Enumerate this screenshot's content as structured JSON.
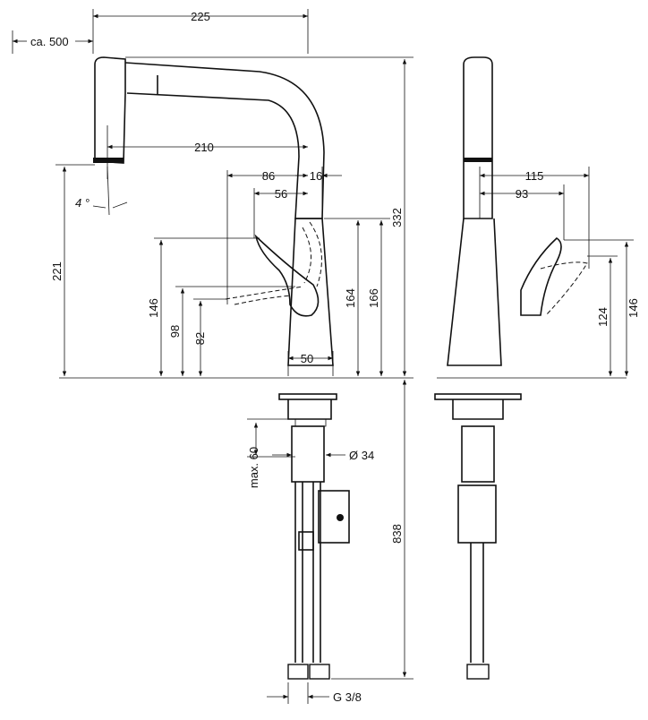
{
  "dimensions": {
    "overall_reach": "225",
    "pullout_length": "ca. 500",
    "spout_reach": "210",
    "lever_reach_86": "86",
    "lever_reach_56": "56",
    "spout_offset_16": "16",
    "spray_angle": "4 °",
    "outlet_height": "221",
    "lever_height_146": "146",
    "lever_height_98": "98",
    "lever_height_82": "82",
    "body_diameter": "50",
    "height_164": "164",
    "height_166": "166",
    "total_height": "332",
    "side_reach_115": "115",
    "side_reach_93": "93",
    "side_height_124": "124",
    "side_height_146": "146",
    "max_deck_thickness": "max. 60",
    "shank_diameter": "Ø 34",
    "hose_length": "838",
    "connection_thread": "G 3/8"
  },
  "views": {
    "front": "front-elevation",
    "side": "side-elevation"
  }
}
